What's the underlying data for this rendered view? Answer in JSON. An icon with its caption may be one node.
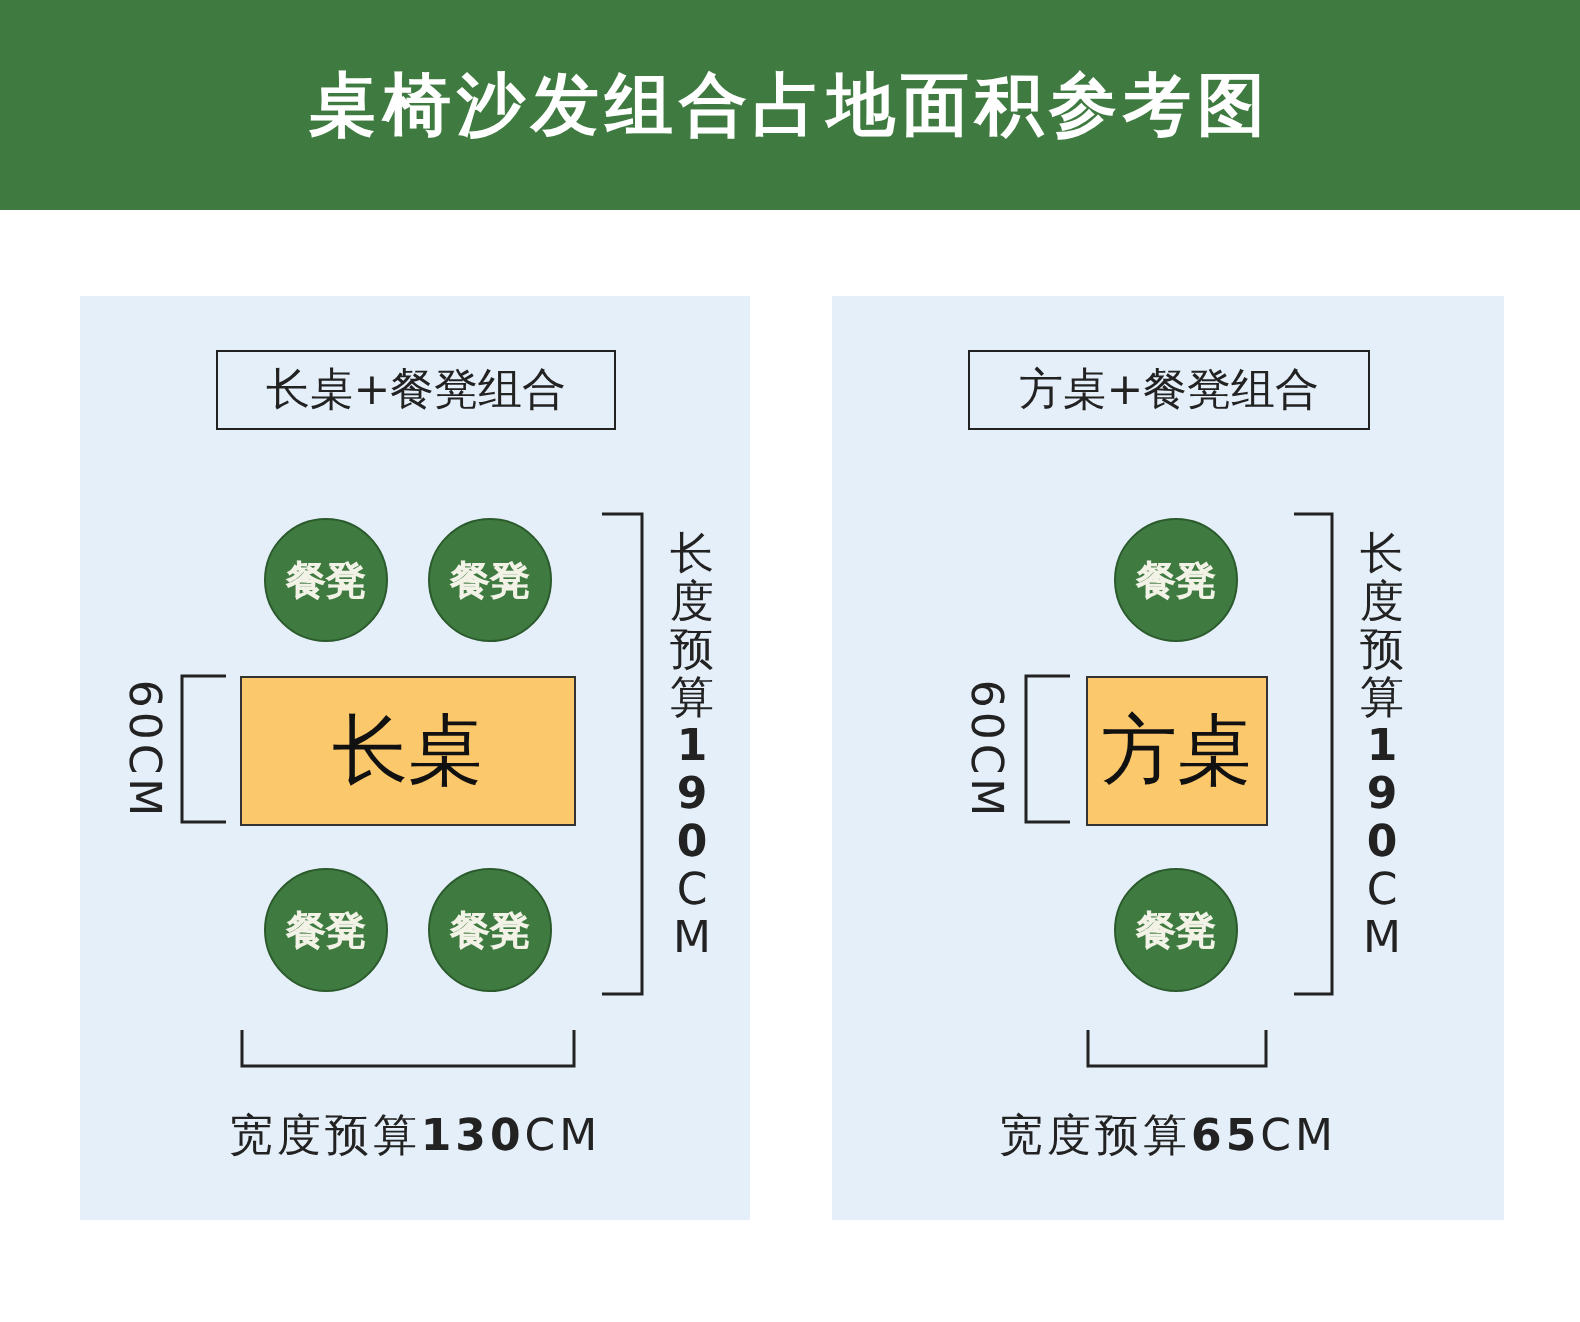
{
  "diagram": {
    "title": "桌椅沙发组合占地面积参考图",
    "nodes": [
      {
        "text": [],
        "shape": "box"
      },
      {
        "text": [
          "长桌+餐凳组合"
        ],
        "in": 0
      },
      {
        "text": [
          "餐凳"
        ],
        "in": 0
      },
      {
        "text": [
          "餐凳"
        ],
        "in": 0
      },
      {
        "text": [
          "长桌"
        ],
        "in": 0
      },
      {
        "text": [
          "餐凳"
        ],
        "in": 0
      },
      {
        "text": [
          "餐凳"
        ],
        "in": 0
      },
      {
        "text": [],
        "shape": "box"
      },
      {
        "text": [
          "方桌+餐凳组合"
        ],
        "in": 7
      },
      {
        "text": [
          "餐凳"
        ],
        "in": 7
      },
      {
        "text": [
          "方桌"
        ],
        "in": 7
      },
      {
        "text": [
          "餐凳"
        ],
        "in": 7
      }
    ],
    "labels": [
      "60CM",
      "长度预算**190**CM",
      "宽度预算**130**CM",
      "60CM",
      "长度预算**190**CM",
      "宽度预算**65**CM"
    ]
  }
}
